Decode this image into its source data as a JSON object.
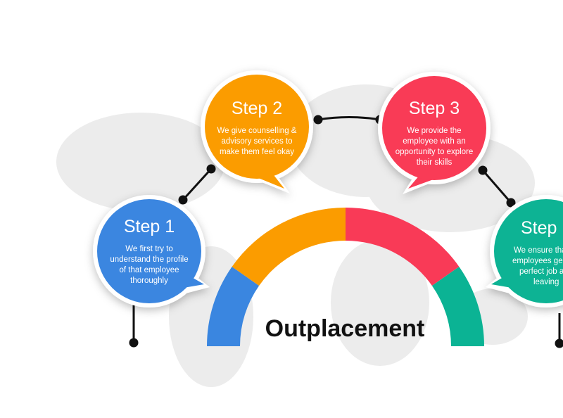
{
  "title": "Outplacement",
  "colors": {
    "step1": "#3a86e0",
    "step2": "#fb9c00",
    "step3": "#f93a57",
    "step4": "#0bb394"
  },
  "steps": [
    {
      "heading": "Step 1",
      "lines": [
        "We first try to",
        "understand the profile",
        "of that employee",
        "thoroughly"
      ]
    },
    {
      "heading": "Step 2",
      "lines": [
        "We give counselling &",
        "advisory services to",
        "make them feel okay"
      ]
    },
    {
      "heading": "Step 3",
      "lines": [
        "We provide the",
        "employee with an",
        "opportunity to explore",
        "their skills"
      ]
    },
    {
      "heading": "Step",
      "lines": [
        "We ensure tha",
        "employees ge",
        "perfect job a",
        "leaving"
      ]
    }
  ]
}
